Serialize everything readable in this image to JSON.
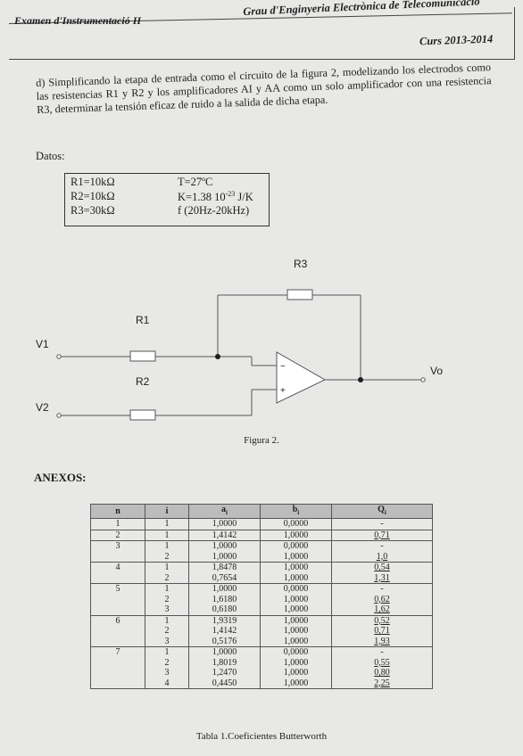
{
  "header": {
    "left": "Examen d'Instrumentació II",
    "right": "Grau d'Enginyeria Electrònica de Telecomunicació",
    "year": "Curs 2013-2014"
  },
  "question": "d) Simplificando la etapa de entrada como el circuito de la figura 2, modelizando los electrodos como las resistencias R1 y R2 y los amplificadores AI y AA como un solo amplificador con una resistencia R3, determinar la tensión eficaz de ruido a la salida de dicha etapa.",
  "datos_label": "Datos:",
  "datos": {
    "r1": "R1=10kΩ",
    "r2": "R2=10kΩ",
    "r3": "R3=30kΩ",
    "t": "T=27ºC",
    "k": "K=1.38 10",
    "k_exp": "-23",
    "k_unit": " J/K",
    "f": "f (20Hz-20kHz)"
  },
  "figure": {
    "r3": "R3",
    "r1": "R1",
    "r2": "R2",
    "v1": "V1",
    "v2": "V2",
    "vo": "Vo",
    "minus": "−",
    "plus": "+",
    "caption": "Figura 2."
  },
  "anexos": "ANEXOS:",
  "table": {
    "headers": [
      "n",
      "i",
      "a",
      "b",
      "Q"
    ],
    "header_sub": "i",
    "rows": [
      [
        "1",
        "1",
        "1,0000",
        "0,0000",
        "-"
      ],
      [
        "2",
        "1",
        "1,4142",
        "1,0000",
        "0,71"
      ],
      [
        "3",
        "1",
        "1,0000",
        "0,0000",
        "-"
      ],
      [
        "",
        "2",
        "1,0000",
        "1,0000",
        "1,0"
      ],
      [
        "4",
        "1",
        "1,8478",
        "1,0000",
        "0,54"
      ],
      [
        "",
        "2",
        "0,7654",
        "1,0000",
        "1,31"
      ],
      [
        "5",
        "1",
        "1,0000",
        "0,0000",
        "-"
      ],
      [
        "",
        "2",
        "1,6180",
        "1,0000",
        "0,62"
      ],
      [
        "",
        "3",
        "0,6180",
        "1,0000",
        "1,62"
      ],
      [
        "6",
        "1",
        "1,9319",
        "1,0000",
        "0,52"
      ],
      [
        "",
        "2",
        "1,4142",
        "1,0000",
        "0,71"
      ],
      [
        "",
        "3",
        "0,5176",
        "1,0000",
        "1,93"
      ],
      [
        "7",
        "1",
        "1,0000",
        "0,0000",
        "-"
      ],
      [
        "",
        "2",
        "1,8019",
        "1,0000",
        "0,55"
      ],
      [
        "",
        "3",
        "1,2470",
        "1,0000",
        "0,80"
      ],
      [
        "",
        "4",
        "0,4450",
        "1,0000",
        "2,25"
      ]
    ],
    "caption": "Tabla 1.Coeficientes Butterworth"
  }
}
